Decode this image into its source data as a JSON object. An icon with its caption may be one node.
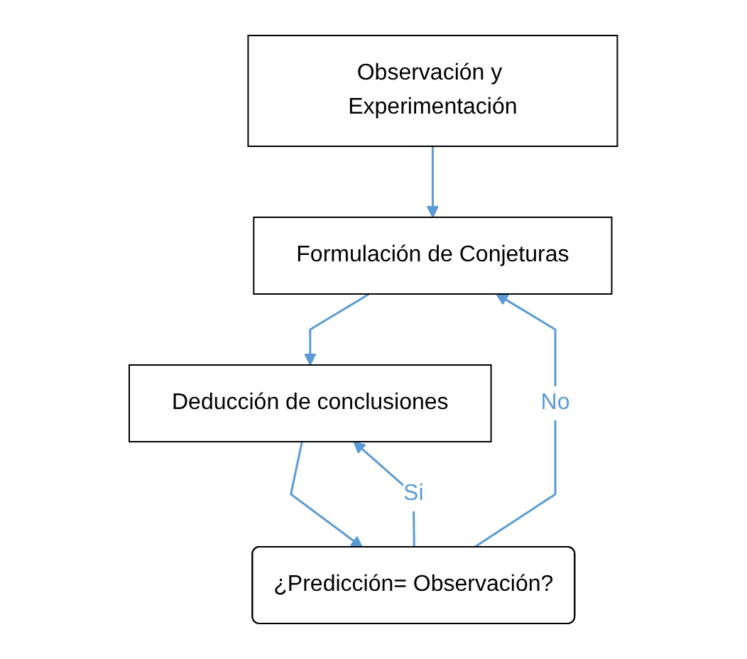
{
  "diagram": {
    "nodes": [
      {
        "text": [
          "Observación y Experimentación"
        ]
      },
      {
        "text": [
          "Formulación de Conjeturas"
        ]
      },
      {
        "text": [
          "Deducción de conclusiones"
        ]
      },
      {
        "text": [
          "¿Predicción= Observación?"
        ]
      }
    ],
    "edges": [
      {
        "from": 0,
        "to": 1,
        "arrow": "to"
      },
      {
        "from": 1,
        "to": 2,
        "arrow": "to"
      },
      {
        "from": 2,
        "to": 3,
        "arrow": "to"
      },
      {
        "from": 3,
        "to": 2,
        "arrow": "to",
        "label": "Si"
      },
      {
        "from": 3,
        "to": 1,
        "arrow": "to",
        "label": "No"
      }
    ]
  }
}
